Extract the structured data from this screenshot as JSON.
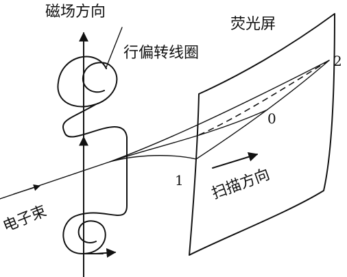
{
  "labels": {
    "magnetic_field_direction": "磁场方向",
    "horizontal_deflection_coil": "行偏转线圈",
    "fluorescent_screen": "荧光屏",
    "electron_beam": "电子束",
    "scan_direction": "扫描方向",
    "point_0": "0",
    "point_1": "1",
    "point_2": "2"
  },
  "colors": {
    "line": "#111111",
    "background": "#ffffff"
  }
}
